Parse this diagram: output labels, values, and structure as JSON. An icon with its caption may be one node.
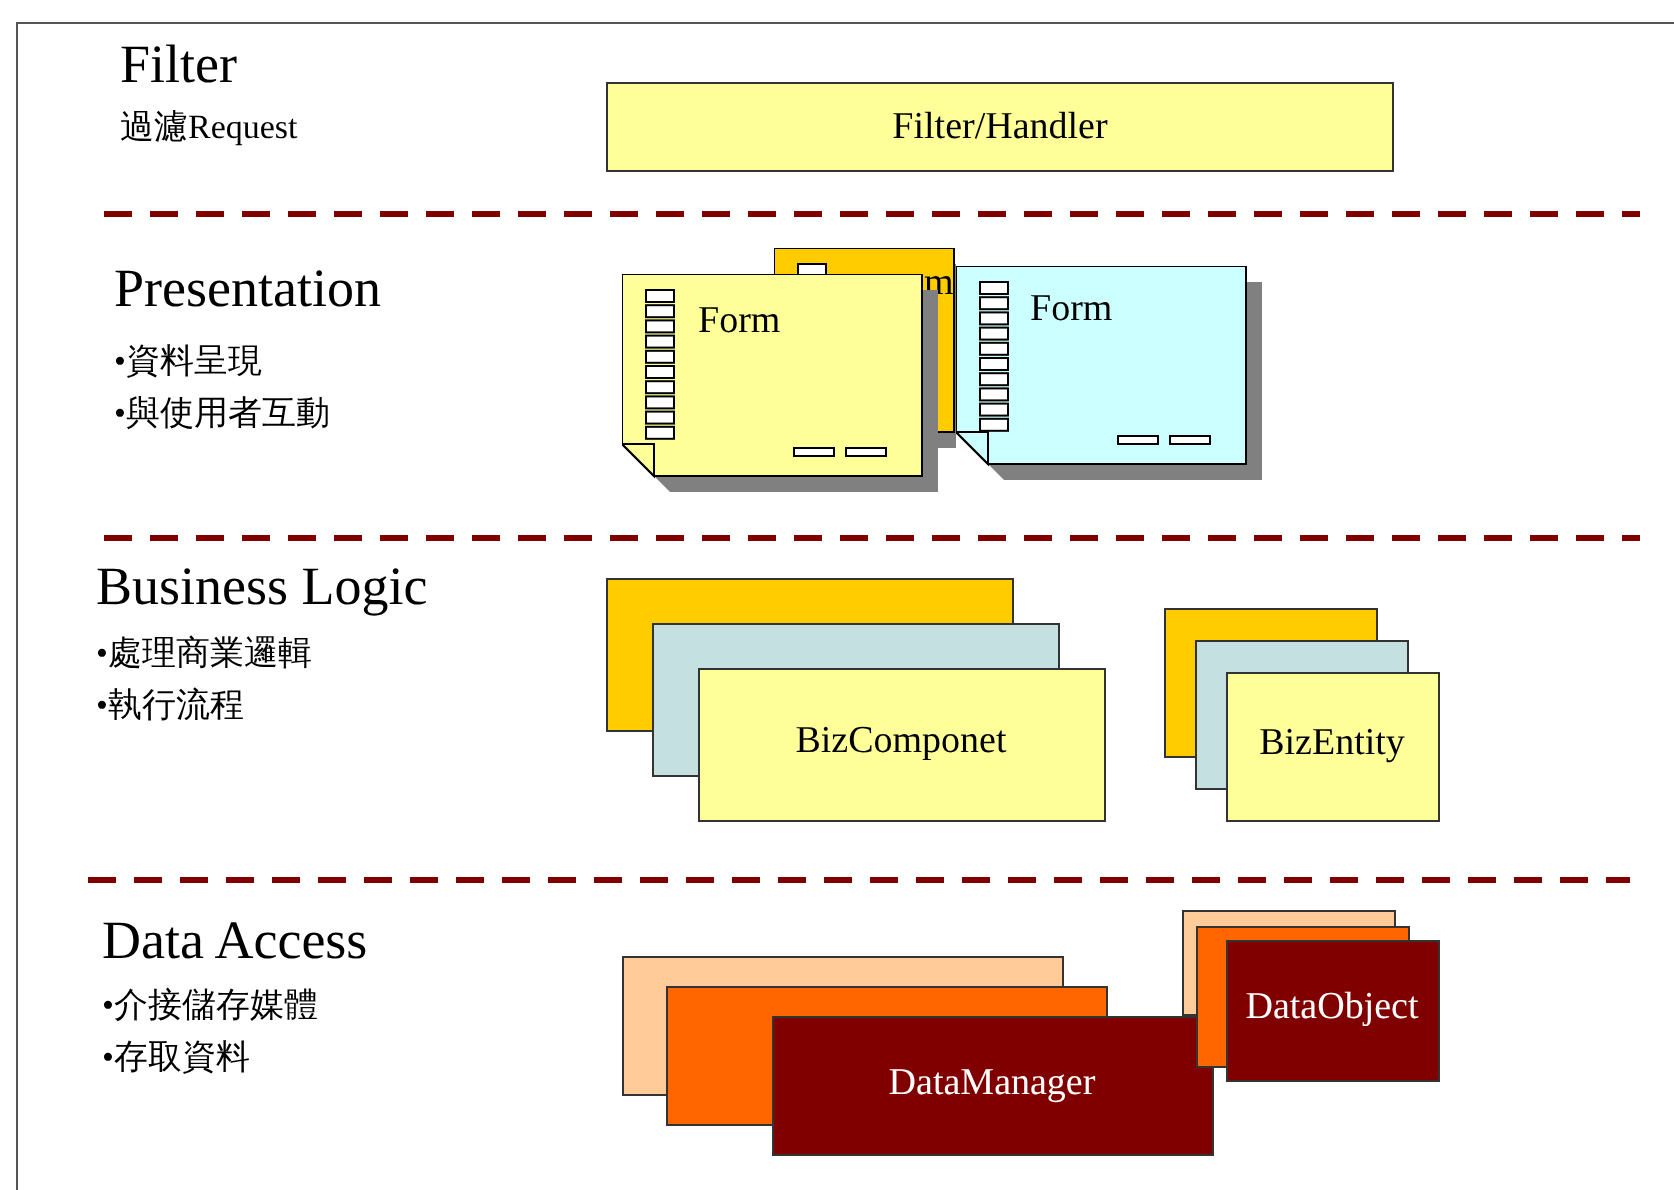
{
  "diagram": {
    "nodes": [
      {
        "text": [
          "Filter/Handler"
        ]
      },
      {
        "text": [
          "Form"
        ]
      },
      {
        "text": [
          "m"
        ]
      },
      {
        "text": [
          "Form"
        ]
      },
      {
        "text": [
          "BizComponet"
        ]
      },
      {
        "text": [
          "BizEntity"
        ]
      },
      {
        "text": [
          "DataManager"
        ]
      },
      {
        "text": [
          "DataObject"
        ]
      }
    ],
    "labels": [
      "Filter",
      "過濾Request",
      "Presentation",
      "•資料呈現",
      "•與使用者互動",
      "Business Logic",
      "•處理商業邏輯",
      "•執行流程",
      "Data Access",
      "•介接儲存媒體",
      "•存取資料"
    ]
  }
}
